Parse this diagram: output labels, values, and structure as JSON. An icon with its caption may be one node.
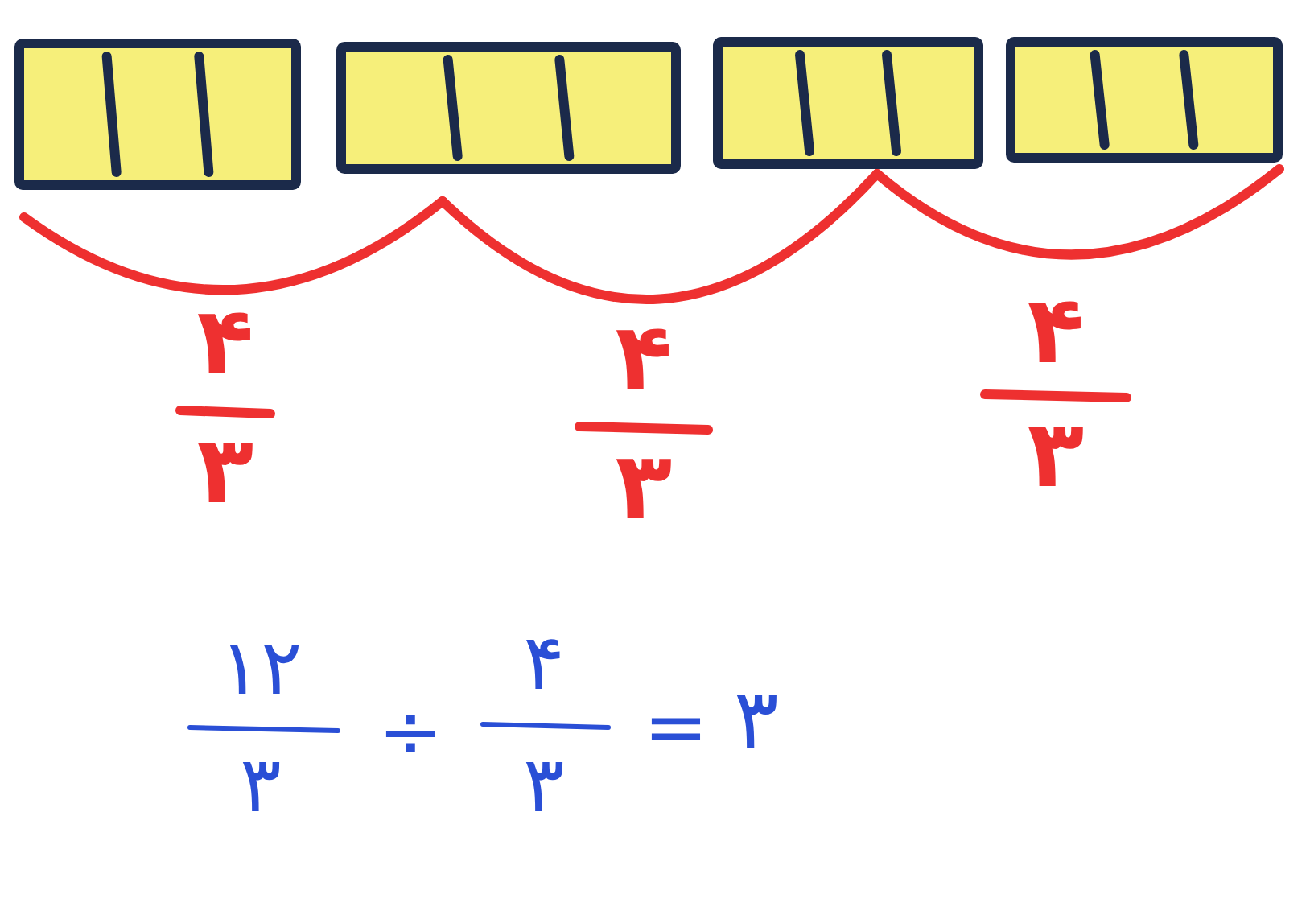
{
  "diagram": {
    "labels": [
      "۴",
      "۳",
      "۴",
      "۳",
      "۴",
      "۳",
      "۱۲",
      "۳",
      "÷",
      "۴",
      "۳",
      "=",
      "۳"
    ]
  }
}
